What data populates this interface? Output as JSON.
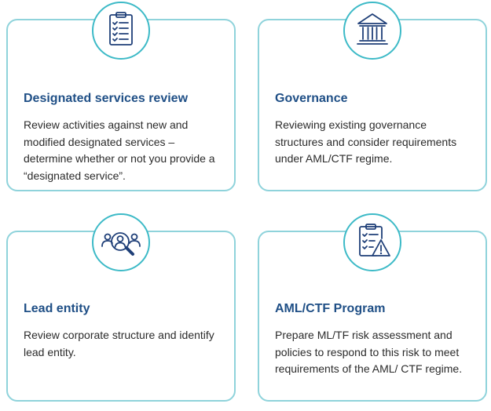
{
  "colors": {
    "border": "#8fd3db",
    "icon_ring": "#3dbac7",
    "title": "#1f4f86",
    "icon_stroke": "#1f3f78"
  },
  "cards": [
    {
      "title": "Designated services review",
      "description": "Review activities against new and modified designated services – determine whether or not you provide a “designated service”.",
      "icon": "clipboard-checklist-icon"
    },
    {
      "title": "Governance",
      "description": "Reviewing existing governance structures and consider requirements under AML/CTF regime.",
      "icon": "government-building-icon"
    },
    {
      "title": "Lead entity",
      "description": "Review corporate structure and identify lead entity.",
      "icon": "people-search-icon"
    },
    {
      "title": "AML/CTF Program",
      "description": "Prepare ML/TF risk assessment and policies to respond to this risk to meet requirements of the AML/ CTF regime.",
      "icon": "clipboard-warning-icon"
    }
  ]
}
